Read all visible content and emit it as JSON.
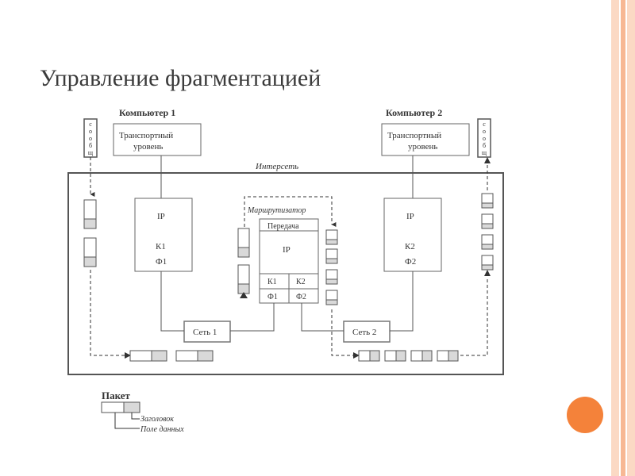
{
  "slide": {
    "title": "Управление фрагментацией"
  },
  "diagram": {
    "computer1": "Компьютер 1",
    "computer2": "Компьютер 2",
    "transport1": [
      "Транспортный",
      "уровень"
    ],
    "transport2": [
      "Транспортный",
      "уровень"
    ],
    "message_chars": [
      "с",
      "о",
      "о",
      "б",
      "щ"
    ],
    "message_chars2": [
      "с",
      "о",
      "о",
      "б",
      "щ"
    ],
    "internet": "Интерсеть",
    "router": "Маршрутизатор",
    "router_transfer": "Передача",
    "router_ip": "IP",
    "router_k1": "К1",
    "router_k2": "К2",
    "router_f1": "Ф1",
    "router_f2": "Ф2",
    "ip1": "IP",
    "k1": "К1",
    "f1": "Ф1",
    "ip2": "IP",
    "k2": "К2",
    "f2": "Ф2",
    "net1": "Сеть 1",
    "net2": "Сеть 2",
    "legend_packet": "Пакет",
    "legend_header": "Заголовок",
    "legend_data": "Поле данных"
  },
  "colors": {
    "accent_orange": "#f4823a",
    "deco_bar_light": "#fbd9c4",
    "deco_bar_mid": "#f7b894",
    "line": "#555555",
    "box_fill": "#ffffff",
    "header_fill": "#d9d9d9"
  }
}
